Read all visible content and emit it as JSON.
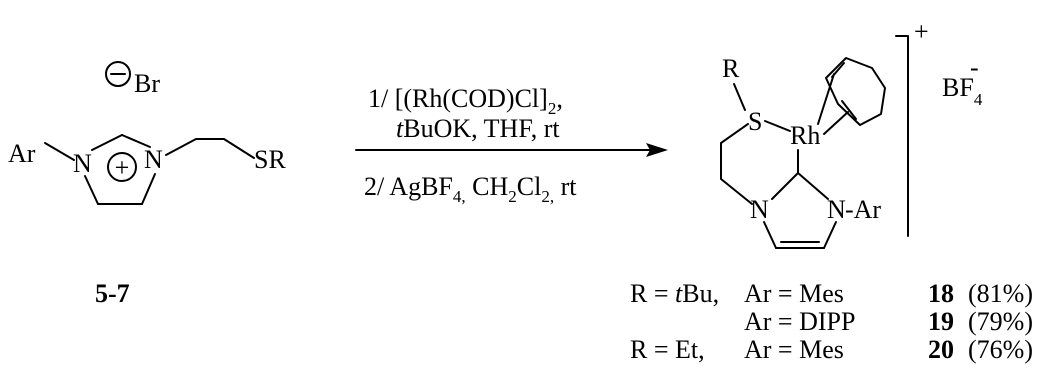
{
  "reactant": {
    "anion_label": "Br",
    "aryl_label": "Ar",
    "n1_label": "N",
    "n2_label": "N",
    "plus_label": "+",
    "sr_label": "SR",
    "compound_number": "5-7"
  },
  "conditions": {
    "step1_line1_prefix": "1/ [(Rh(COD)Cl]",
    "step1_line1_sub": "2",
    "step1_line1_suffix": ",",
    "step1_line2_italic": "t",
    "step1_line2_rest": "BuOK, THF, rt",
    "step2_prefix": "2/ AgBF",
    "step2_sub1": "4,",
    "step2_mid": " CH",
    "step2_sub2": "2",
    "step2_cl": "Cl",
    "step2_sub3": "2,",
    "step2_suffix": "  rt"
  },
  "product": {
    "r_label": "R",
    "s_label": "S",
    "rh_label": "Rh",
    "n3_label": "N",
    "n4_label": "N",
    "ar_label": "-Ar",
    "charge_label": "+",
    "counterion": "BF",
    "counterion_sub": "4",
    "counterion_sup": "-"
  },
  "results": [
    {
      "r_text": "R = ",
      "r_italic": "t",
      "r_rest": "Bu,",
      "ar_text": "Ar = Mes",
      "number": "18",
      "yield": "(81%)"
    },
    {
      "r_text": "",
      "r_italic": "",
      "r_rest": "",
      "ar_text": "Ar = DIPP",
      "number": "19",
      "yield": "(79%)"
    },
    {
      "r_text": "R = Et,",
      "r_italic": "",
      "r_rest": "",
      "ar_text": "Ar = Mes",
      "number": "20",
      "yield": "(76%)"
    }
  ]
}
